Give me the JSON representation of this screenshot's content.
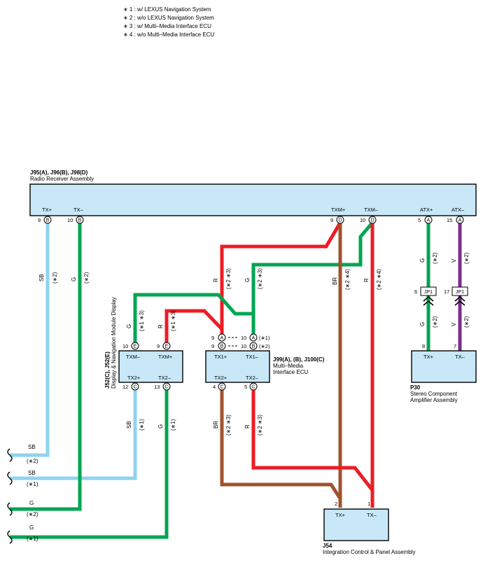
{
  "notes": [
    "∗ 1 : w/ LEXUS Navigation System",
    "∗ 2 : w/o LEXUS Navigation System",
    "∗ 3 : w/ Multi–Media Interface ECU",
    "∗ 4 : w/o Multi–Media Interface ECU"
  ],
  "colors": {
    "SB": "#8fd3f0",
    "G": "#00a651",
    "R": "#ed1c24",
    "BR": "#a0522d",
    "V": "#7b2d8e",
    "box_fill": "#c8e8f8"
  },
  "radio": {
    "code": "J95(A), J96(B), J98(D)",
    "name": "Radio Receiver Assembly",
    "pins": [
      {
        "label": "TX+",
        "num": "9",
        "conn": "B"
      },
      {
        "label": "TX–",
        "num": "10",
        "conn": "B"
      },
      {
        "label": "TXM+",
        "num": "9",
        "conn": "D"
      },
      {
        "label": "TXM–",
        "num": "10",
        "conn": "D"
      },
      {
        "label": "ATX+",
        "num": "5",
        "conn": "A"
      },
      {
        "label": "ATX–",
        "num": "15",
        "conn": "A"
      }
    ]
  },
  "display": {
    "code": "J52(C), J52(E)",
    "name": "Display & Navigation Module Display",
    "top_pins": [
      {
        "label": "TXM–",
        "num": "10",
        "conn": "E"
      },
      {
        "label": "TXM+",
        "num": "9",
        "conn": "E"
      }
    ],
    "bottom_pins": [
      {
        "label": "TX2+",
        "num": "12",
        "conn": "C"
      },
      {
        "label": "TX2–",
        "num": "13",
        "conn": "C"
      }
    ]
  },
  "mmi": {
    "code": "J99(A), (B), J100(C)",
    "name_1": "Multi–Media",
    "name_2": "Interface ECU",
    "top_pins": [
      {
        "label": "TX1+",
        "num": "9",
        "conn": "A"
      },
      {
        "label": "TX1–",
        "num": "10",
        "conn": "A"
      }
    ],
    "alt_pins": [
      {
        "num": "9",
        "conn": "B"
      },
      {
        "num": "10",
        "conn": "B"
      }
    ],
    "right_pins": [
      {
        "num": "10",
        "conn": "A",
        "note": "(∗1)"
      },
      {
        "num": "10",
        "conn": "B",
        "note": "(∗2)"
      }
    ],
    "bottom_pins": [
      {
        "label": "TX2+",
        "num": "4",
        "conn": "C"
      },
      {
        "label": "TX2–",
        "num": "5",
        "conn": "C"
      }
    ]
  },
  "amp": {
    "code": "P30",
    "name_1": "Stereo Component",
    "name_2": "Amplifier Assembly",
    "pins": [
      {
        "label": "TX+",
        "num": "8"
      },
      {
        "label": "TX–",
        "num": "7"
      }
    ]
  },
  "icp": {
    "code": "J54",
    "name": "Integration Control & Panel Assembly",
    "pins": [
      {
        "label": "TX+",
        "num": "2"
      },
      {
        "label": "TX–",
        "num": "1"
      }
    ]
  },
  "junctions": [
    {
      "num": "6",
      "label": "JP1"
    },
    {
      "num": "17",
      "label": "JP1"
    }
  ],
  "wire_labels": {
    "sb_top": {
      "color": "SB",
      "note": "(∗2)"
    },
    "g_top": {
      "color": "G",
      "note": "(∗2)"
    },
    "r_mid": {
      "color": "R",
      "note": "(∗2 ∗3)"
    },
    "g_mid": {
      "color": "G",
      "note": "(∗2 ∗3)"
    },
    "br_top": {
      "color": "BR",
      "note": "(∗2 ∗4)"
    },
    "r_top": {
      "color": "R",
      "note": "(∗2 ∗4)"
    },
    "g_amp_top": {
      "color": "G",
      "note": "(∗2)"
    },
    "v_amp_top": {
      "color": "V",
      "note": "(∗2)"
    },
    "g_amp_bot": {
      "color": "G",
      "note": "(∗2)"
    },
    "v_amp_bot": {
      "color": "V",
      "note": "(∗2)"
    },
    "g_disp": {
      "color": "G",
      "note": "(∗1 ∗3)"
    },
    "r_disp": {
      "color": "R",
      "note": "(∗1 ∗3)"
    },
    "sb_disp": {
      "color": "SB",
      "note": "(∗1)"
    },
    "g_disp_bot": {
      "color": "G",
      "note": "(∗1)"
    },
    "br_mmi": {
      "color": "BR",
      "note": "(∗2 ∗3)"
    },
    "r_mmi": {
      "color": "R",
      "note": "(∗2 ∗3)"
    }
  },
  "left_ends": [
    {
      "color": "SB",
      "note": "(∗2)"
    },
    {
      "color": "SB",
      "note": "(∗1)"
    },
    {
      "color": "G",
      "note": "(∗2)"
    },
    {
      "color": "G",
      "note": "(∗1)"
    }
  ]
}
